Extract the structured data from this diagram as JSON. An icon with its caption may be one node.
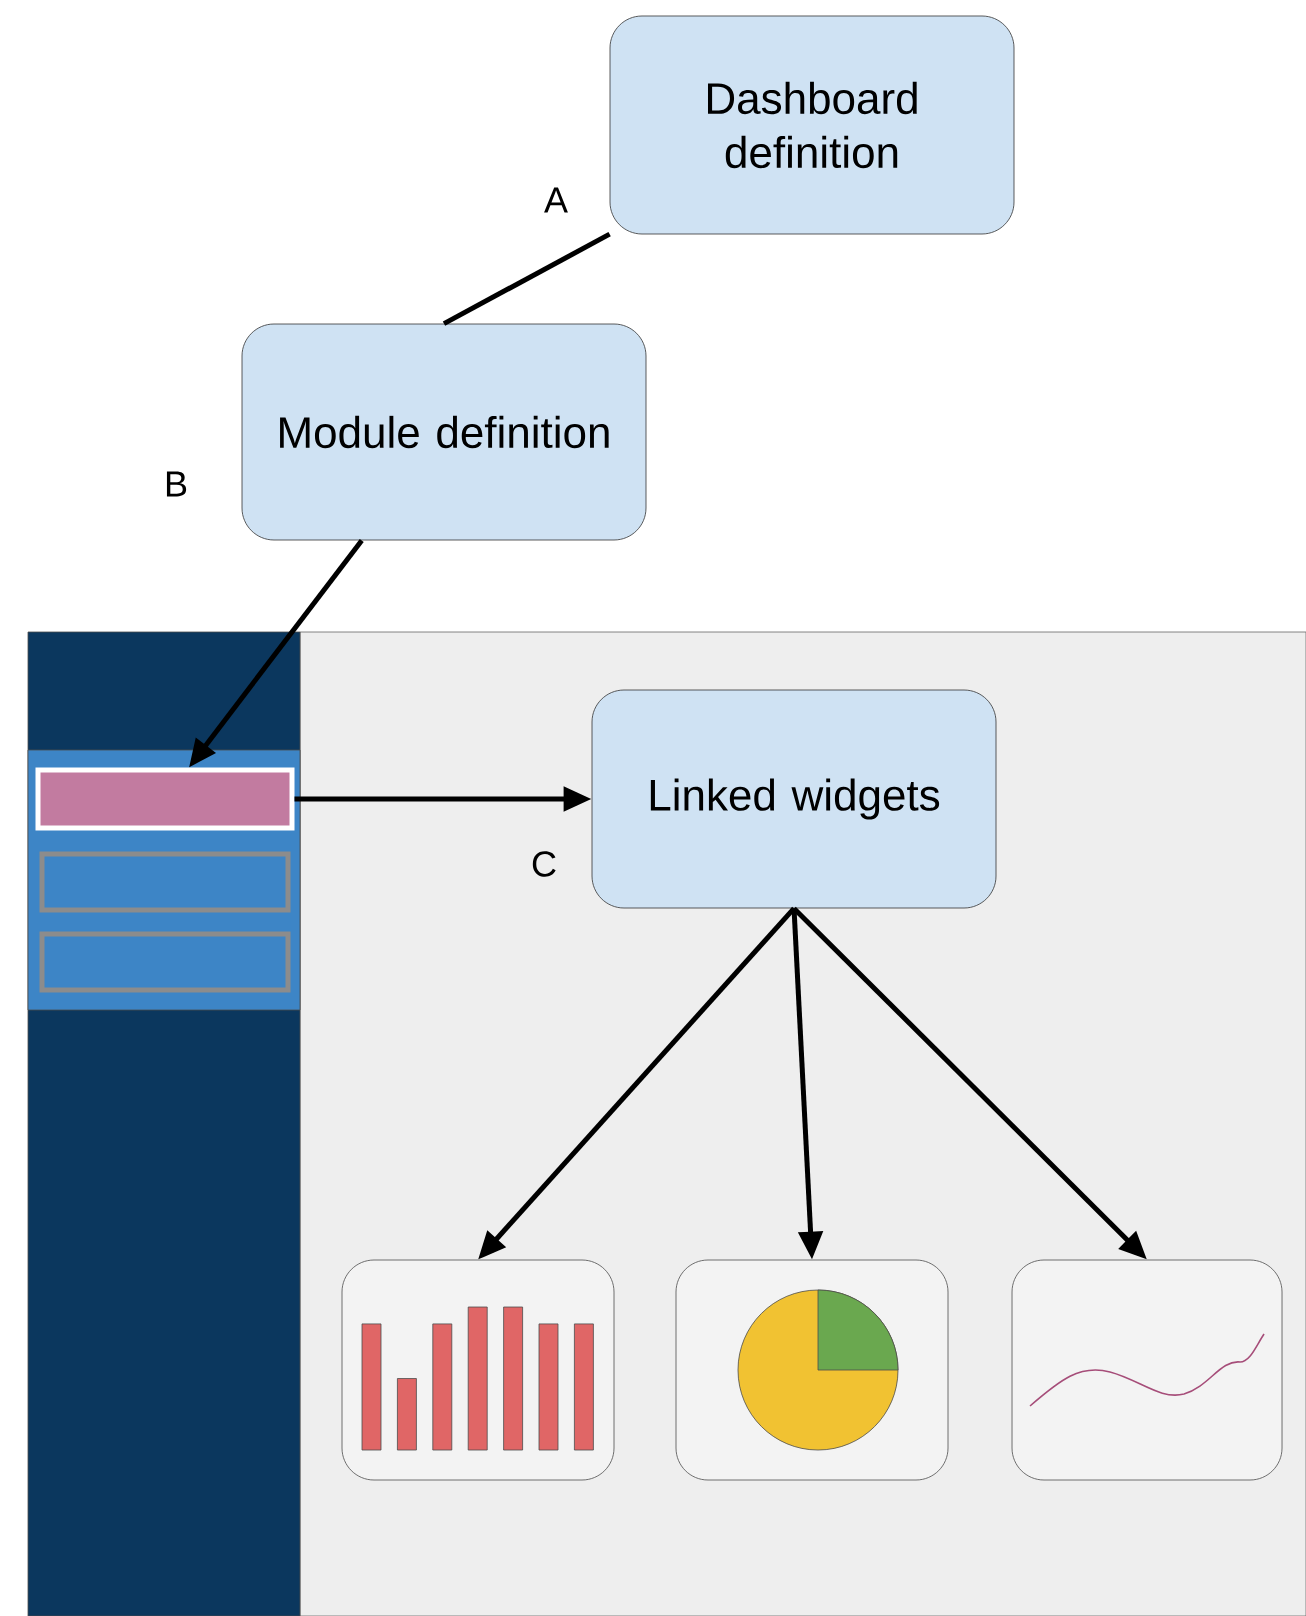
{
  "diagram": {
    "nodes": [
      {
        "text": [
          "Dashboard definition"
        ]
      },
      {
        "text": [
          "Module definition"
        ]
      },
      {
        "text": [],
        "shape": "box"
      },
      {
        "text": [],
        "shape": "box"
      },
      {
        "text": [],
        "shape": "box"
      },
      {
        "text": [
          "Linked widgets"
        ]
      },
      {
        "text": [],
        "shape": "picture"
      },
      {
        "text": [],
        "shape": "picture"
      },
      {
        "text": [],
        "shape": "picture"
      }
    ],
    "edges": [
      {
        "from": 0,
        "to": 1,
        "arrow": "none",
        "label": "A"
      },
      {
        "from": 1,
        "to": 2,
        "arrow": "to",
        "label": "B"
      },
      {
        "from": 2,
        "to": 5,
        "arrow": "to",
        "label": "C"
      },
      {
        "from": 5,
        "to": 6,
        "arrow": "to"
      },
      {
        "from": 5,
        "to": 7,
        "arrow": "to"
      },
      {
        "from": 5,
        "to": 8,
        "arrow": "to"
      }
    ]
  }
}
